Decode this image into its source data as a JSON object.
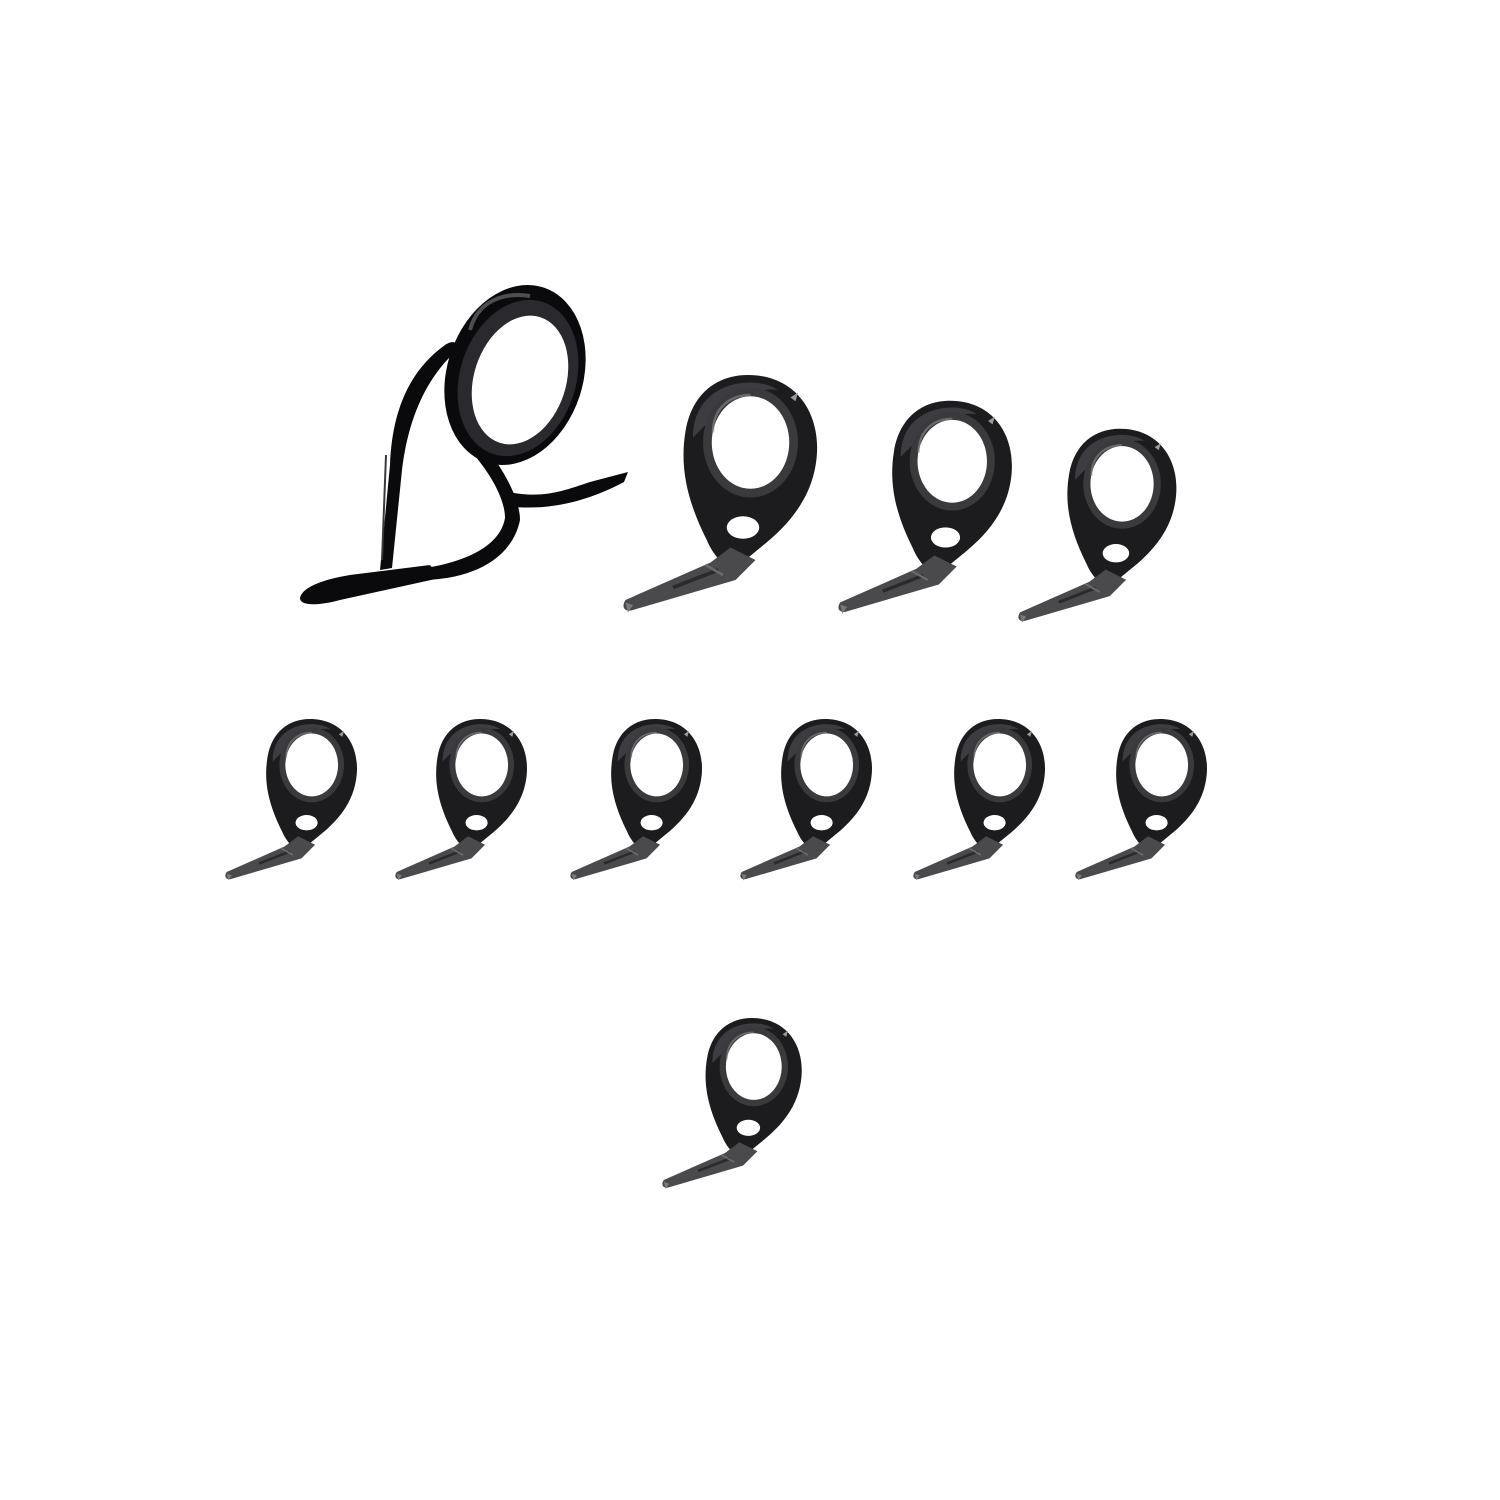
{
  "image": {
    "background_color": "#ffffff",
    "subject": "rod-guide-set",
    "item_count": 11,
    "colors": {
      "guide_frame": "#1c1c1e",
      "guide_frame_highlight": "#5a5a5e",
      "ring_insert": "#3a3a3d",
      "foot_metal": "#4a4a4d",
      "stripper_guide": "#0a0a0c"
    },
    "items": [
      {
        "kind": "stripper-guide",
        "icon": "double-foot-guide"
      },
      {
        "kind": "large-guide",
        "icon": "single-foot-guide"
      },
      {
        "kind": "large-guide",
        "icon": "single-foot-guide"
      },
      {
        "kind": "large-guide",
        "icon": "single-foot-guide"
      },
      {
        "kind": "small-guide",
        "icon": "single-foot-guide"
      },
      {
        "kind": "small-guide",
        "icon": "single-foot-guide"
      },
      {
        "kind": "small-guide",
        "icon": "single-foot-guide"
      },
      {
        "kind": "small-guide",
        "icon": "single-foot-guide"
      },
      {
        "kind": "small-guide",
        "icon": "single-foot-guide"
      },
      {
        "kind": "small-guide",
        "icon": "single-foot-guide"
      },
      {
        "kind": "small-guide",
        "icon": "single-foot-guide"
      }
    ]
  }
}
